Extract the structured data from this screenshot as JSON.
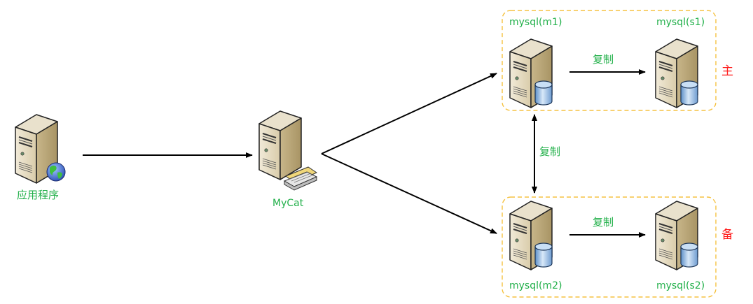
{
  "colors": {
    "label_green": "#22b04a",
    "role_red": "#ff1a1a",
    "group_border": "#f5c242",
    "arrow": "#000000"
  },
  "nodes": {
    "app": {
      "label": "应用程序",
      "icon": "server-globe-icon"
    },
    "mycat": {
      "label": "MyCat",
      "icon": "server-router-icon"
    },
    "m1": {
      "label": "mysql(m1)",
      "icon": "server-database-icon"
    },
    "s1": {
      "label": "mysql(s1)",
      "icon": "server-database-icon"
    },
    "m2": {
      "label": "mysql(m2)",
      "icon": "server-database-icon"
    },
    "s2": {
      "label": "mysql(s2)",
      "icon": "server-database-icon"
    }
  },
  "edges": {
    "m1_s1": "复制",
    "m1_m2": "复制",
    "m2_s2": "复制"
  },
  "groups": {
    "primary": "主",
    "standby": "备"
  }
}
